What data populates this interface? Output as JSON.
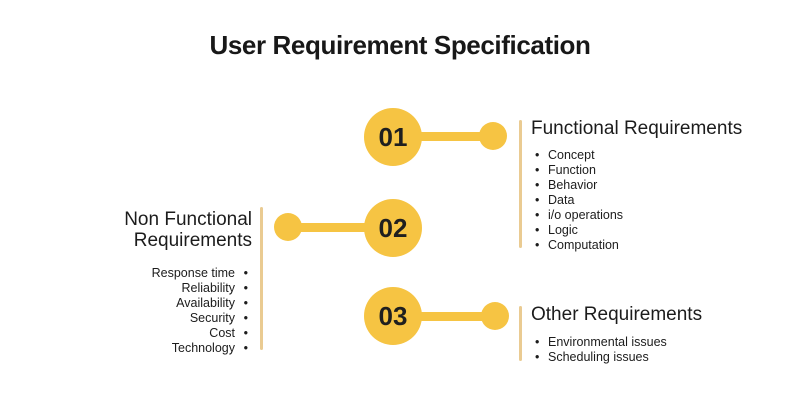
{
  "title": "User Requirement Specification",
  "colors": {
    "accent": "#F6C443",
    "divider": "#EACB92",
    "text": "#1C1C1C"
  },
  "steps": [
    {
      "number": "01",
      "heading": "Functional Requirements",
      "items": [
        "Concept",
        "Function",
        "Behavior",
        "Data",
        "i/o operations",
        "Logic",
        "Computation"
      ]
    },
    {
      "number": "02",
      "heading": "Non Functional Requirements",
      "items": [
        "Response time",
        "Reliability",
        "Availability",
        "Security",
        "Cost",
        "Technology"
      ]
    },
    {
      "number": "03",
      "heading": "Other Requirements",
      "items": [
        "Environmental issues",
        "Scheduling issues"
      ]
    }
  ]
}
